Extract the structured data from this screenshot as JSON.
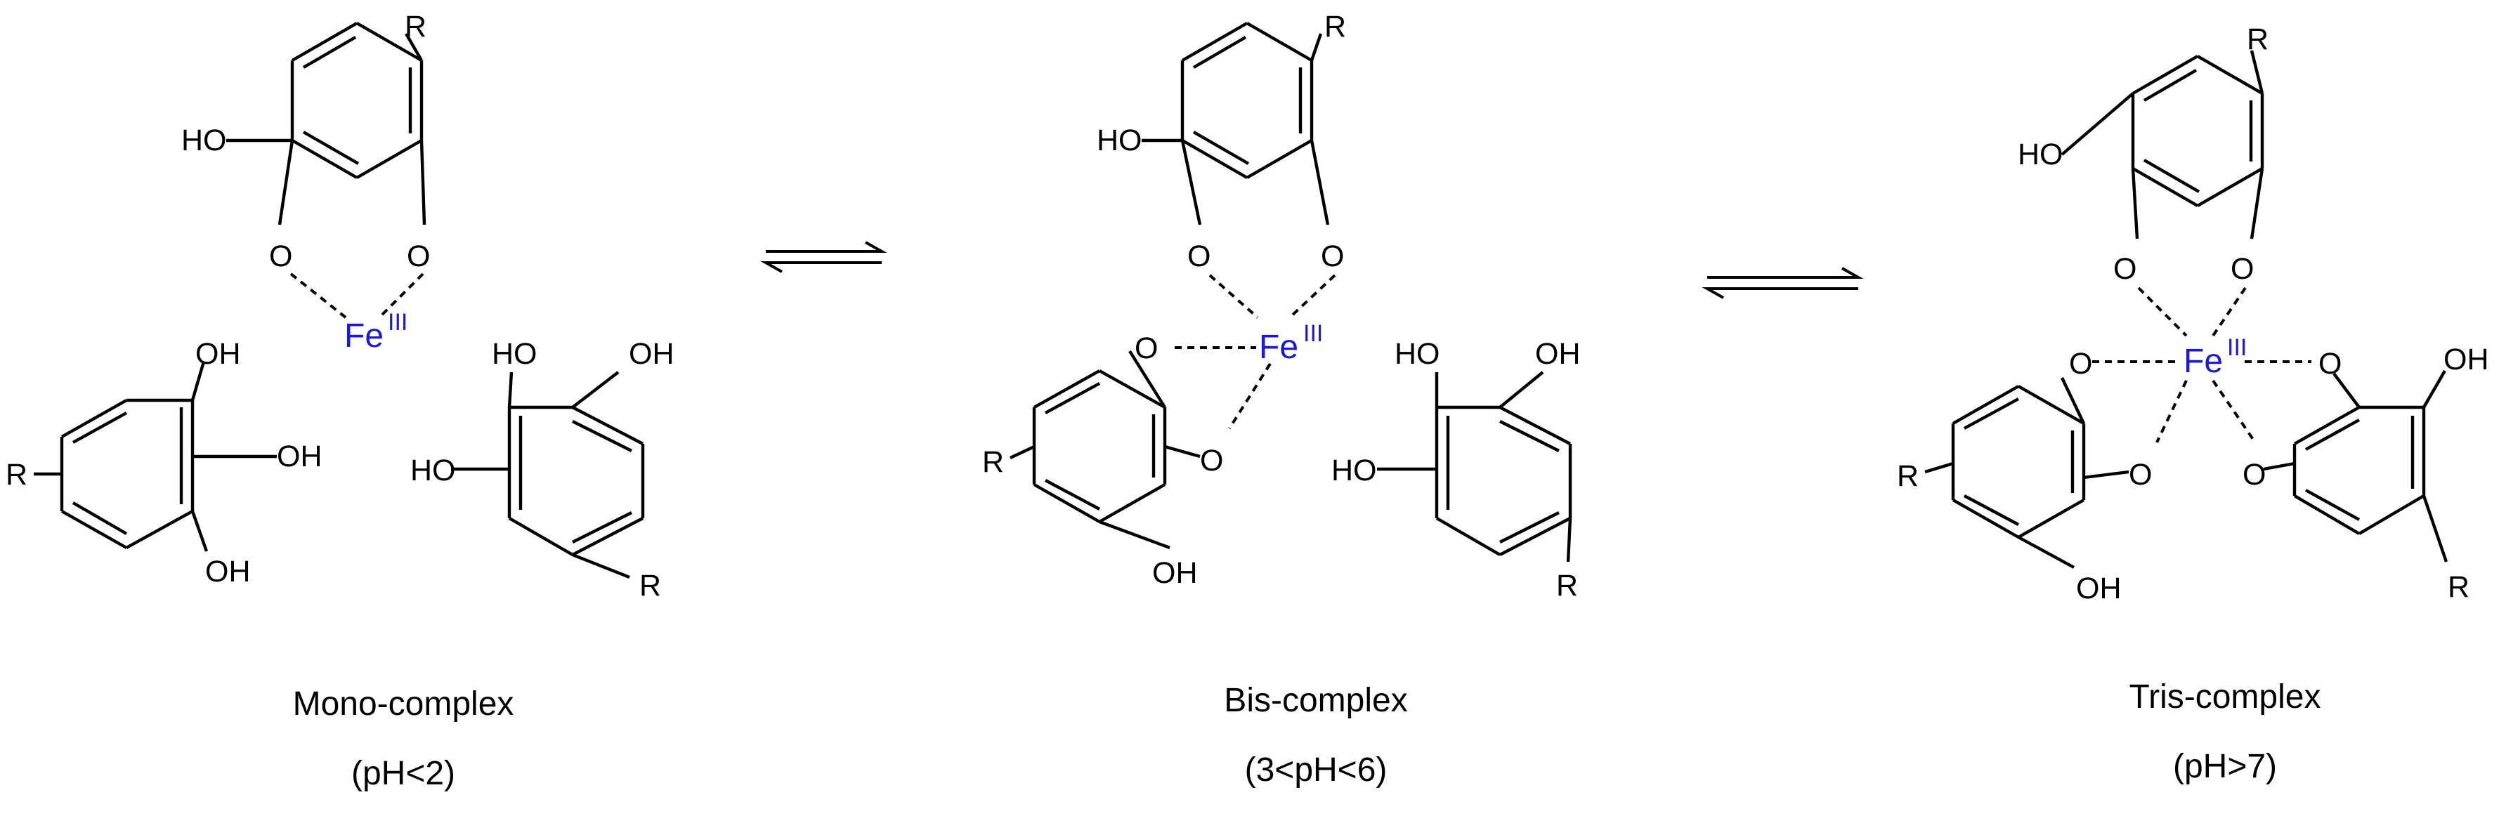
{
  "atoms": {
    "r": "R",
    "ho": "HO",
    "oh": "OH",
    "o": "O",
    "fe": "Fe",
    "ox_state": "III"
  },
  "complexes": [
    {
      "name": "Mono-complex",
      "condition": "(pH<2)"
    },
    {
      "name": "Bis-complex",
      "condition": "(3<pH<6)"
    },
    {
      "name": "Tris-complex",
      "condition": "(pH>7)"
    }
  ],
  "colors": {
    "iron": "#1a1ad8",
    "structure": "#000000"
  }
}
